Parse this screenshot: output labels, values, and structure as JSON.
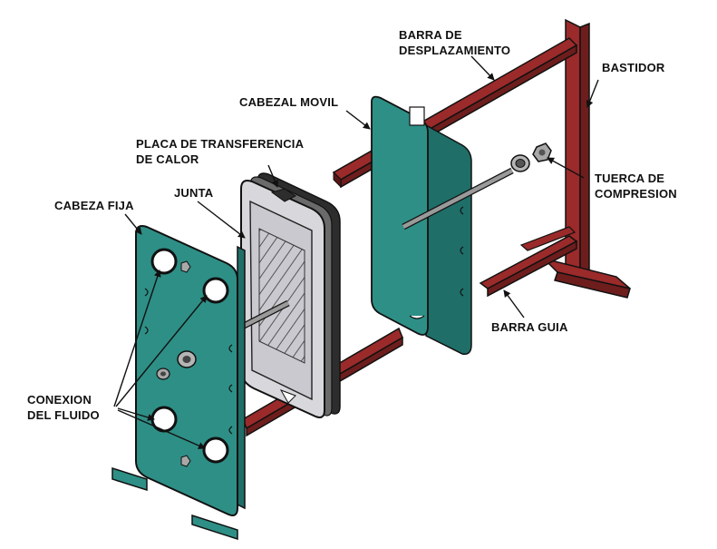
{
  "labels": {
    "barra_desplazamiento": [
      "BARRA DE",
      "DESPLAZAMIENTO"
    ],
    "bastidor": "BASTIDOR",
    "cabezal_movil": "CABEZAL MOVIL",
    "placa_transferencia": [
      "PLACA DE TRANSFERENCIA",
      "DE CALOR"
    ],
    "junta": "JUNTA",
    "cabeza_fija": "CABEZA FIJA",
    "tuerca_compresion": [
      "TUERCA DE",
      "COMPRESION"
    ],
    "barra_guia": "BARRA GUIA",
    "conexion_fluido": [
      "CONEXION",
      "DEL FLUIDO"
    ]
  },
  "colors": {
    "plate": "#2e8f86",
    "frame": "#9b2a2a",
    "gasket": "#c9c9cf",
    "outline": "#111111"
  }
}
